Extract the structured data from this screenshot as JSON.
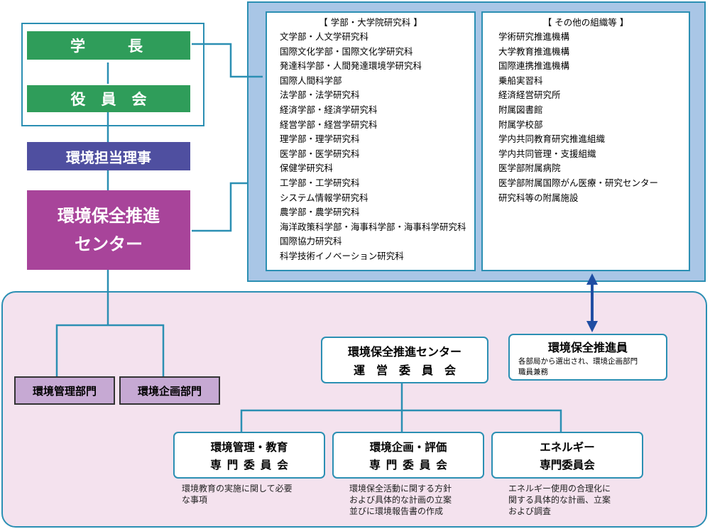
{
  "top": {
    "president": "学　　長",
    "board": "役員会",
    "director": "環境担当理事",
    "center": [
      "環境保全推進",
      "センター"
    ]
  },
  "faculties": {
    "header": "【 学部・大学院研究科 】",
    "items": [
      "文学部・人文学研究科",
      "国際文化学部・国際文化学研究科",
      "発達科学部・人間発達環境学研究科",
      "国際人間科学部",
      "法学部・法学研究科",
      "経済学部・経済学研究科",
      "経営学部・経営学研究科",
      "理学部・理学研究科",
      "医学部・医学研究科",
      "保健学研究科",
      "工学部・工学研究科",
      "システム情報学研究科",
      "農学部・農学研究科",
      "海洋政策科学部・海事科学部・海事科学研究科",
      "国際協力研究科",
      "科学技術イノベーション研究科"
    ]
  },
  "others": {
    "header": "【 その他の組織等 】",
    "items": [
      "学術研究推進機構",
      "大学教育推進機構",
      "国際連携推進機構",
      "乗船実習科",
      "経済経営研究所",
      "附属図書館",
      "附属学校部",
      "学内共同教育研究推進組織",
      "学内共同管理・支援組織",
      "医学部附属病院",
      "医学部附属国際がん医療・研究センター",
      "研究科等の附属施設"
    ]
  },
  "departments": [
    "環境管理部門",
    "環境企画部門"
  ],
  "committee": [
    "環境保全推進センター",
    "運営委員会"
  ],
  "promoter": {
    "title": "環境保全推進員",
    "desc": [
      "各部局から選出され、環境企画部門",
      "職員兼務"
    ]
  },
  "subcommittees": [
    {
      "title": [
        "環境管理・教育",
        "専門委員会"
      ],
      "desc": [
        "環境教育の実施に関して必要",
        "な事項"
      ]
    },
    {
      "title": [
        "環境企画・評価",
        "専門委員会"
      ],
      "desc": [
        "環境保全活動に関する方針",
        "および具体的な計画の立案",
        "並びに環境報告書の作成"
      ]
    },
    {
      "title": [
        "エネルギー",
        "専門委員会"
      ],
      "desc": [
        "エネルギー使用の合理化に",
        "関する具体的な計画、立案",
        "および調査"
      ]
    }
  ],
  "colors": {
    "line": "#2b8fb3",
    "green": "#2f9d5a",
    "purple": "#4f4fa0",
    "magenta": "#a8449a",
    "panel_blue": "#a9c6e6",
    "panel_pink": "#f4e2ee",
    "dept_fill": "#c6a9d3",
    "arrow": "#1f4ea3"
  }
}
